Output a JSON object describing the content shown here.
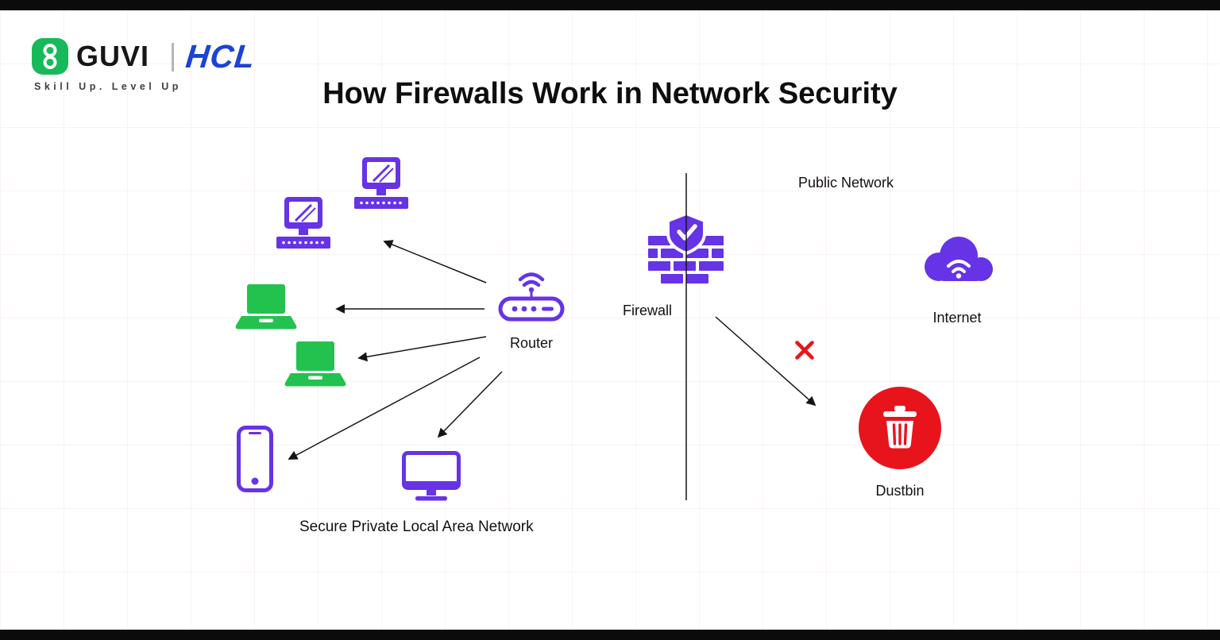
{
  "colors": {
    "accent_purple": "#6633E6",
    "accent_green": "#23C24E",
    "accent_red": "#E8141C",
    "hcl_blue": "#1B43D4",
    "guvi_green": "#17B95A",
    "line_black": "#141414"
  },
  "header": {
    "logo": {
      "guvi_text": "GUVI",
      "tagline": "Skill Up. Level Up",
      "hcl_text": "HCL",
      "guvi_mark_icon": "guvi-logo-icon"
    },
    "title": "How Firewalls Work in Network Security"
  },
  "diagram": {
    "left_zone": {
      "label": "Secure Private Local Area Network",
      "device_icons": [
        "desktop-computer-icon",
        "desktop-computer-icon",
        "laptop-icon",
        "laptop-icon",
        "smartphone-icon",
        "monitor-icon"
      ]
    },
    "router": {
      "label": "Router",
      "icon": "wifi-router-icon"
    },
    "firewall": {
      "label": "Firewall",
      "icon": "firewall-shield-icon"
    },
    "right_zone": {
      "label": "Public Network",
      "internet": {
        "label": "Internet",
        "icon": "cloud-wifi-icon"
      },
      "blocked": {
        "icon": "x-mark-icon"
      },
      "dustbin": {
        "label": "Dustbin",
        "icon": "trash-bin-icon"
      }
    }
  }
}
